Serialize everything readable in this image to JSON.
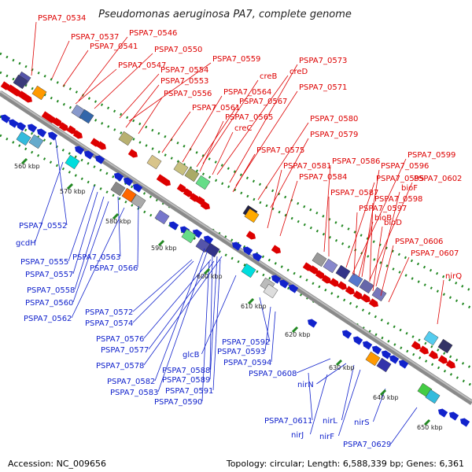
{
  "title": "Pseudomonas aeruginosa PA7, complete genome",
  "accession": "Accession: NC_009656",
  "summary": "Topology: circular; Length: 6,588,339 bp; Genes: 6,361",
  "colors": {
    "forward": "#dd0000",
    "reverse": "#1122cc",
    "backbone": "#777777",
    "dot": "#228822"
  },
  "scale_labels": [
    "560 kbp",
    "570 kbp",
    "580 kbp",
    "590 kbp",
    "600 kbp",
    "610 kbp",
    "620 kbp",
    "630 kbp",
    "640 kbp",
    "650 kbp"
  ],
  "upper_labels": [
    "PSPA7_0534",
    "PSPA7_0537",
    "PSPA7_0546",
    "PSPA7_0541",
    "PSPA7_0550",
    "PSPA7_0547",
    "PSPA7_0559",
    "PSPA7_0554",
    "PSPA7_0573",
    "creB",
    "creD",
    "PSPA7_0553",
    "PSPA7_0571",
    "PSPA7_0556",
    "PSPA7_0564",
    "PSPA7_0567",
    "PSPA7_0561",
    "PSPA7_0565",
    "creC",
    "PSPA7_0580",
    "PSPA7_0579",
    "PSPA7_0575",
    "PSPA7_0599",
    "PSPA7_0586",
    "PSPA7_0581",
    "PSPA7_0596",
    "PSPA7_0602",
    "PSPA7_0584",
    "PSPA7_0595",
    "bioF",
    "PSPA7_0587",
    "PSPA7_0598",
    "PSPA7_0597",
    "bioB",
    "bioD",
    "PSPA7_0606",
    "PSPA7_0607",
    "nirQ"
  ],
  "lower_labels": [
    "PSPA7_0552",
    "gcdH",
    "PSPA7_0563",
    "PSPA7_0555",
    "PSPA7_0566",
    "PSPA7_0557",
    "PSPA7_0558",
    "PSPA7_0560",
    "PSPA7_0562",
    "PSPA7_0572",
    "PSPA7_0574",
    "PSPA7_0576",
    "PSPA7_0577",
    "PSPA7_0578",
    "glcB",
    "PSPA7_0592",
    "PSPA7_0593",
    "PSPA7_0594",
    "PSPA7_0608",
    "PSPA7_0588",
    "PSPA7_0589",
    "PSPA7_0582",
    "PSPA7_0583",
    "PSPA7_0591",
    "PSPA7_0590",
    "nirN",
    "PSPA7_0611",
    "nirL",
    "nirJ",
    "nirF",
    "nirS",
    "PSPA7_0629"
  ]
}
